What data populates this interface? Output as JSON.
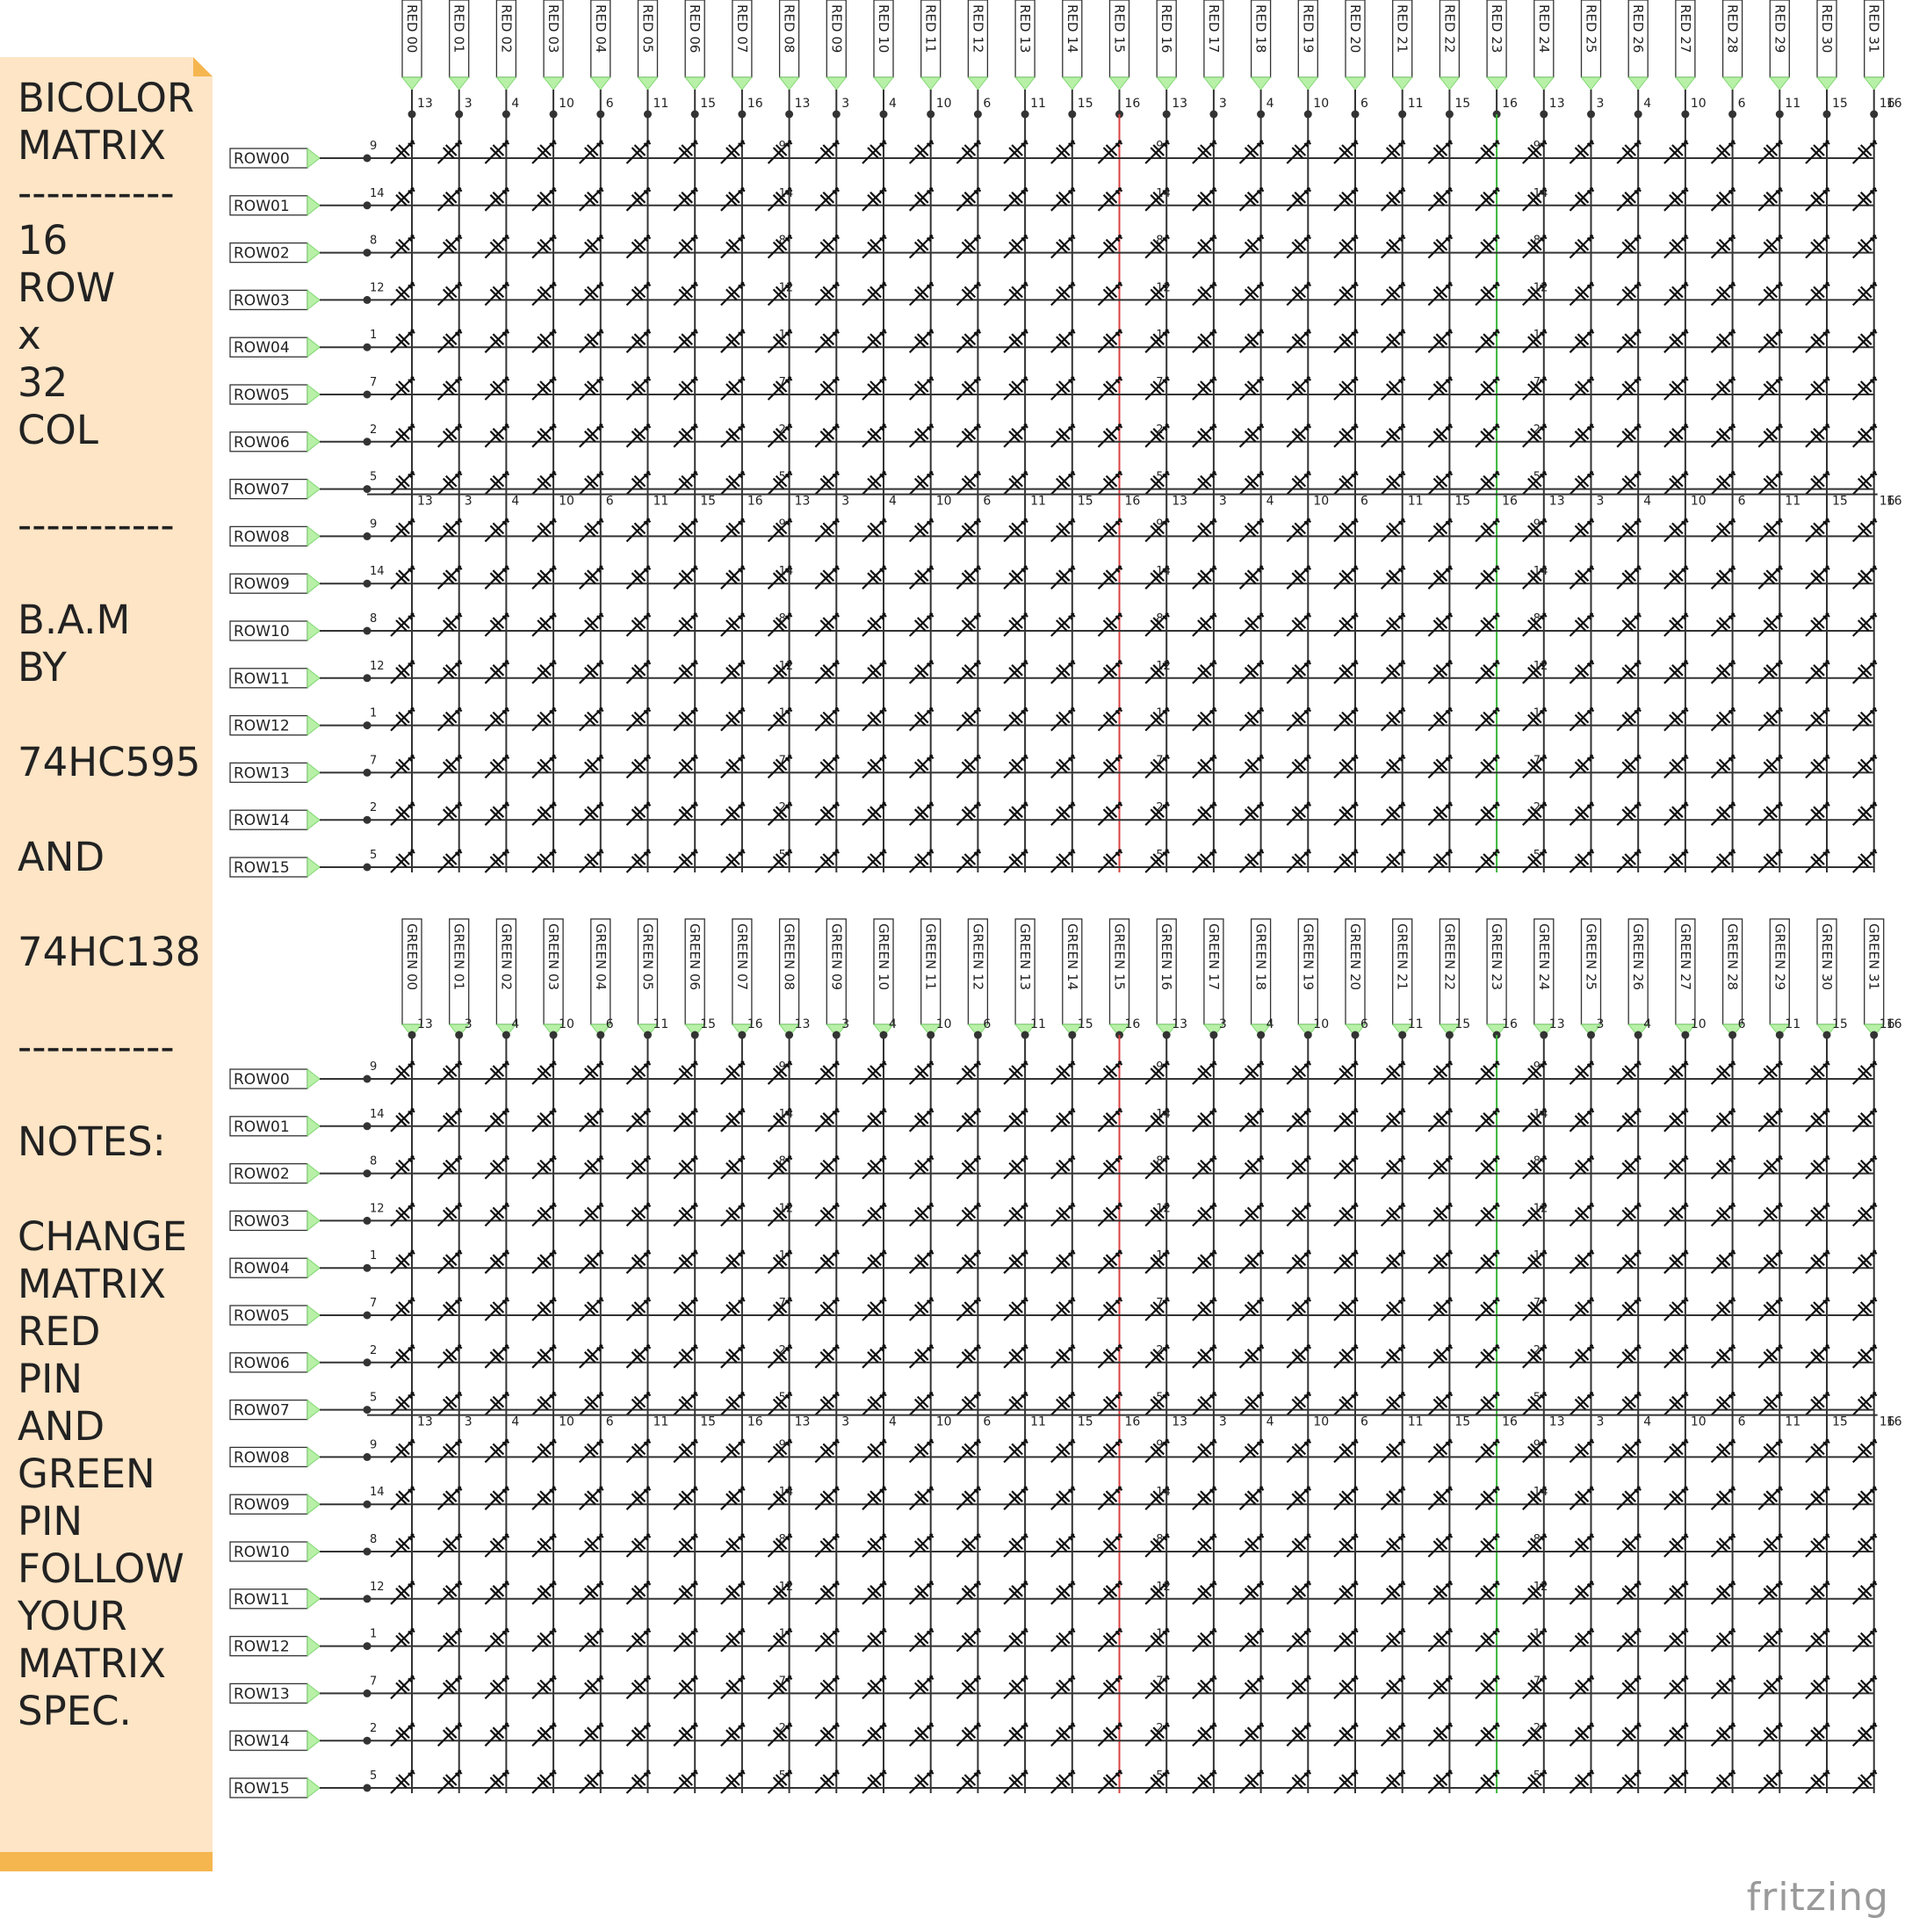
{
  "note": {
    "lines": [
      "BICOLOR",
      "MATRIX",
      "-----------",
      "16",
      "ROW",
      "x",
      "32",
      "COL",
      "",
      "-----------",
      "",
      "B.A.M",
      "BY",
      "",
      "74HC595",
      "",
      "AND",
      "",
      "74HC138",
      "",
      "-----------",
      "",
      "NOTES:",
      "",
      "CHANGE",
      "MATRIX",
      "RED",
      "PIN",
      "AND",
      "GREEN",
      "PIN",
      "FOLLOW",
      "YOUR",
      "MATRIX",
      "SPEC."
    ]
  },
  "red_column_labels": [
    "RED 00",
    "RED 01",
    "RED 02",
    "RED 03",
    "RED 04",
    "RED 05",
    "RED 06",
    "RED 07",
    "RED 08",
    "RED 09",
    "RED 10",
    "RED 11",
    "RED 12",
    "RED 13",
    "RED 14",
    "RED 15",
    "RED 16",
    "RED 17",
    "RED 18",
    "RED 19",
    "RED 20",
    "RED 21",
    "RED 22",
    "RED 23",
    "RED 24",
    "RED 25",
    "RED 26",
    "RED 27",
    "RED 28",
    "RED 29",
    "RED 30",
    "RED 31"
  ],
  "green_column_labels": [
    "GREEN 00",
    "GREEN 01",
    "GREEN 02",
    "GREEN 03",
    "GREEN 04",
    "GREEN 05",
    "GREEN 06",
    "GREEN 07",
    "GREEN 08",
    "GREEN 09",
    "GREEN 10",
    "GREEN 11",
    "GREEN 12",
    "GREEN 13",
    "GREEN 14",
    "GREEN 15",
    "GREEN 16",
    "GREEN 17",
    "GREEN 18",
    "GREEN 19",
    "GREEN 20",
    "GREEN 21",
    "GREEN 22",
    "GREEN 23",
    "GREEN 24",
    "GREEN 25",
    "GREEN 26",
    "GREEN 27",
    "GREEN 28",
    "GREEN 29",
    "GREEN 30",
    "GREEN 31"
  ],
  "row_labels": [
    "ROW00",
    "ROW01",
    "ROW02",
    "ROW03",
    "ROW04",
    "ROW05",
    "ROW06",
    "ROW07",
    "ROW08",
    "ROW09",
    "ROW10",
    "ROW11",
    "ROW12",
    "ROW13",
    "ROW14",
    "ROW15"
  ],
  "column_pin_numbers": [
    "13",
    "3",
    "4",
    "10",
    "6",
    "11",
    "15",
    "16"
  ],
  "row_pin_numbers": [
    "9",
    "14",
    "8",
    "12",
    "1",
    "7",
    "2",
    "5"
  ],
  "brand": "fritzing",
  "colors": {
    "wire": "#333333",
    "port_fill": "#b8f0a8",
    "port_stroke": "#7fd870",
    "red_bus": "#d94040",
    "green_bus": "#38b838",
    "note_bg": "#fde5c6",
    "note_accent": "#f5b64f"
  }
}
